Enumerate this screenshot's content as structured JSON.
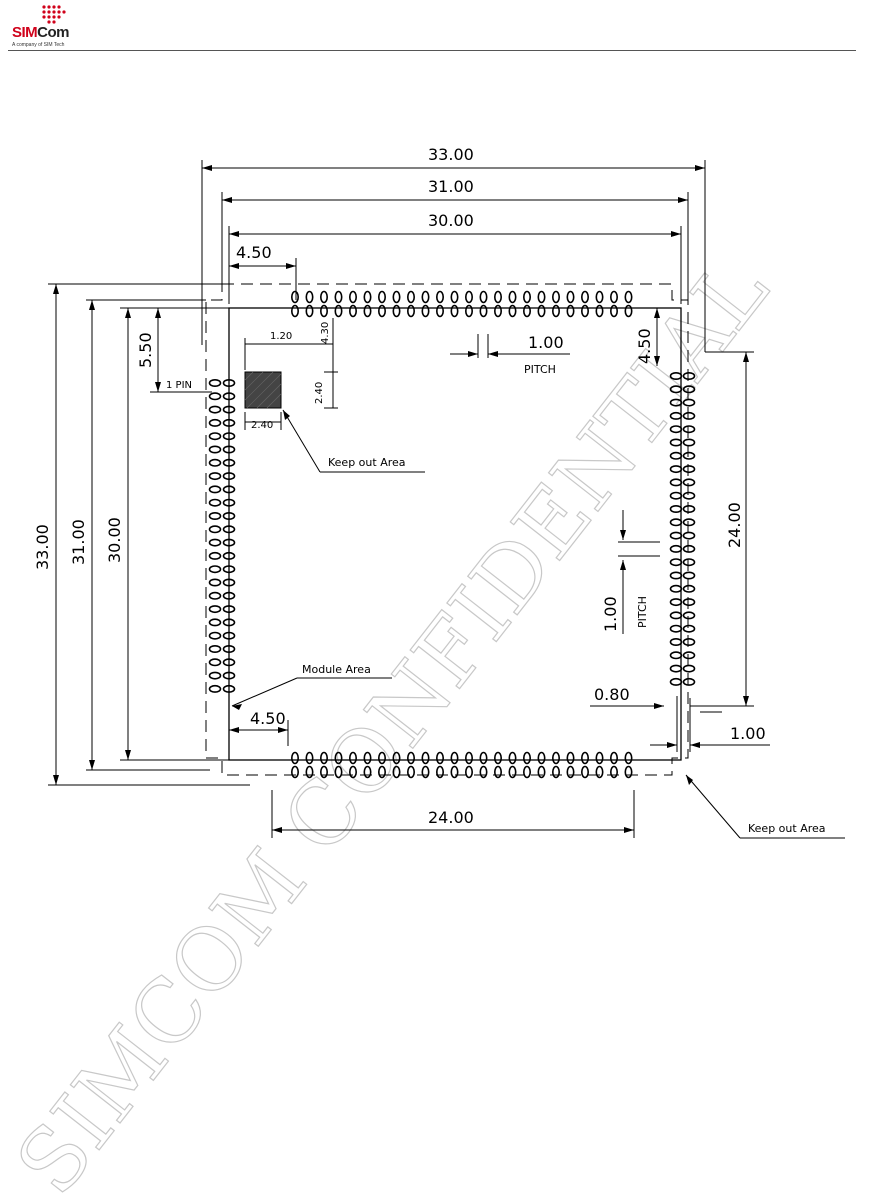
{
  "header": {
    "brand_red": "SIM",
    "brand_dark": "Com",
    "tagline": "A company of SIM Tech"
  },
  "watermark": {
    "text": "SIMCOM CONFIDENTIAL"
  },
  "drawing": {
    "top_dims": [
      "33.00",
      "31.00",
      "30.00"
    ],
    "left_dims": [
      "33.00",
      "31.00",
      "30.00"
    ],
    "offset_top_left": "4.50",
    "offset_left_top": "5.50",
    "pin1_label": "1 PIN",
    "keepout_w": "1.20",
    "keepout_h_offset": "4.30",
    "keepout_size_h": "2.40",
    "keepout_size_w": "2.40",
    "keepout_label": "Keep out Area",
    "top_pitch_value": "1.00",
    "top_pitch_label": "PITCH",
    "right_offset_top": "4.50",
    "right_span": "24.00",
    "right_pitch_value": "1.00",
    "right_pitch_label": "PITCH",
    "module_label": "Module Area",
    "bottom_offset": "4.50",
    "pad_width": "0.80",
    "edge_gap": "1.00",
    "bottom_span": "24.00",
    "keepout_label_2": "Keep out Area"
  },
  "colors": {
    "brand": "#d0021b",
    "line": "#000000",
    "watermark": "#c8c8c8"
  }
}
